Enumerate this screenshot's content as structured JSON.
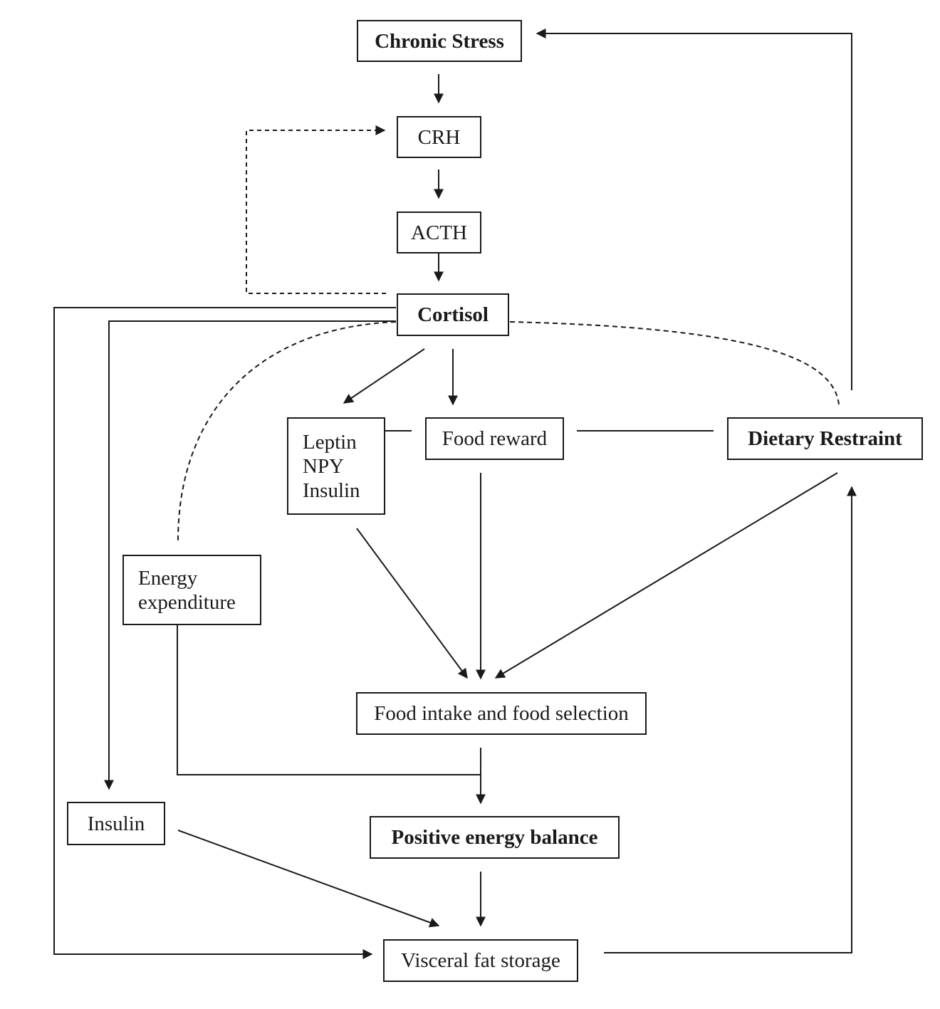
{
  "nodes": {
    "chronic_stress": "Chronic Stress",
    "crh": "CRH",
    "acth": "ACTH",
    "cortisol": "Cortisol",
    "leptin_npy_insulin": [
      "Leptin",
      "NPY",
      "Insulin"
    ],
    "food_reward": "Food reward",
    "dietary_restraint": "Dietary Restraint",
    "energy_expenditure": [
      "Energy",
      "expenditure"
    ],
    "food_intake": "Food intake and food selection",
    "insulin": "Insulin",
    "positive_energy_balance": "Positive energy balance",
    "visceral_fat_storage": "Visceral fat storage"
  }
}
